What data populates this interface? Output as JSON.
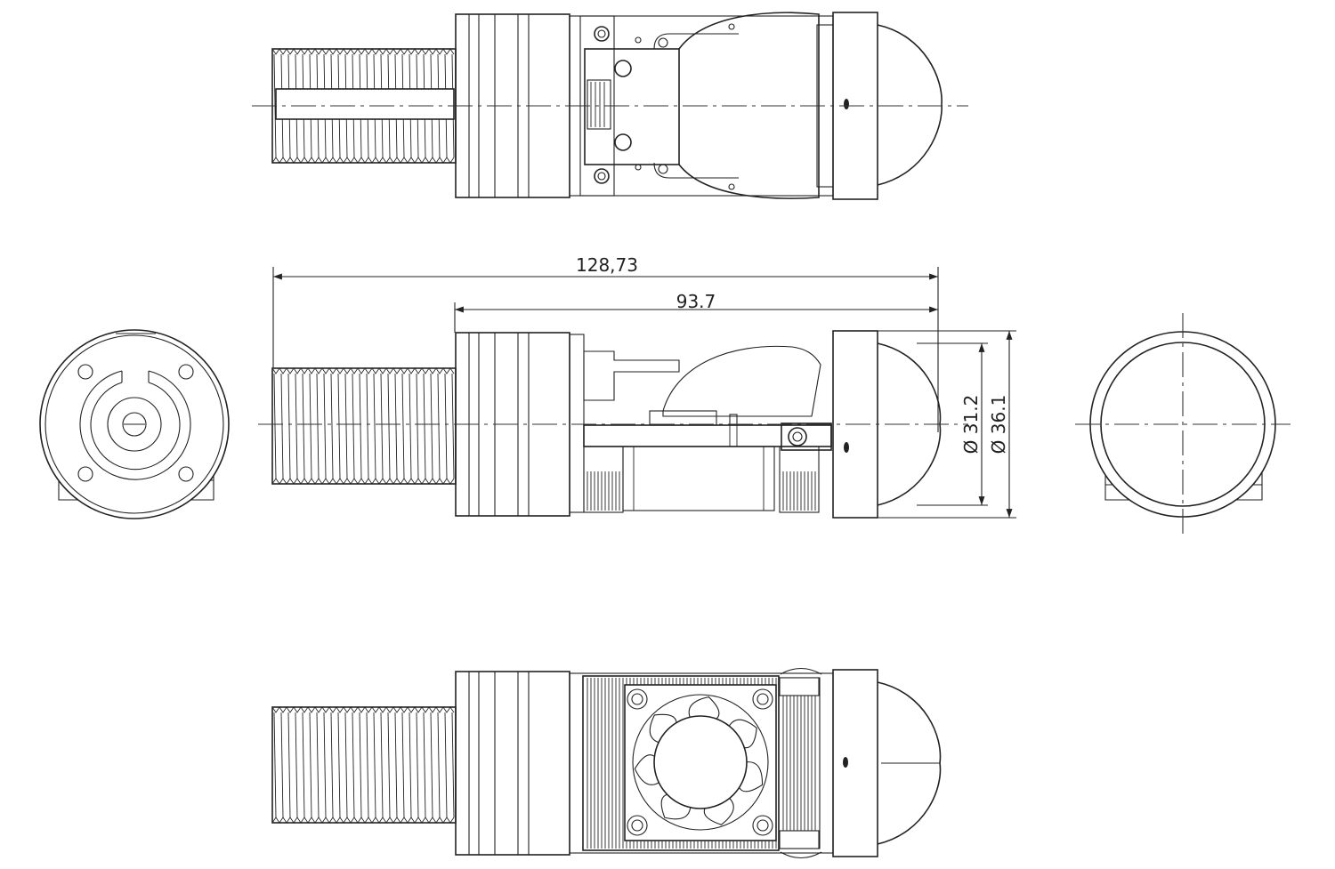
{
  "dimensions": {
    "overall_length": "128,73",
    "body_length": "93.7",
    "inner_diameter": "Ø 31.2",
    "outer_diameter": "Ø 36.1"
  },
  "views": [
    "top-view",
    "side-view",
    "front-end-view",
    "rear-end-view",
    "bottom-view"
  ]
}
